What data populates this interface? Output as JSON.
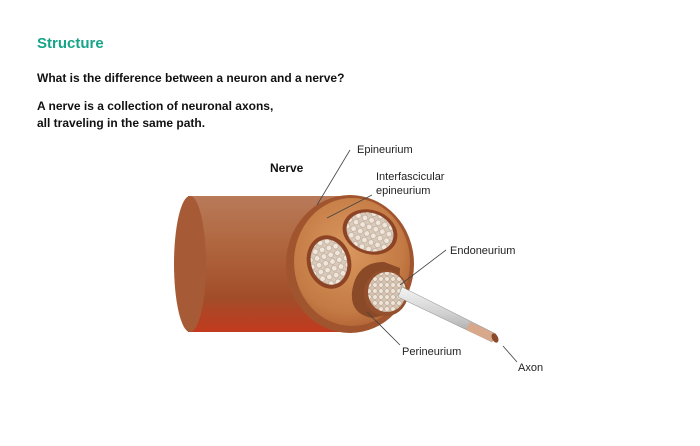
{
  "heading": "Structure",
  "question": "What is the difference between a neuron and a nerve?",
  "answer": {
    "line1": "A nerve is a collection of neuronal axons,",
    "line2": "all traveling in the same path."
  },
  "diagram": {
    "title_label": "Nerve",
    "labels": {
      "epineurium": "Epineurium",
      "interfascicular_line1": "Interfascicular",
      "interfascicular_line2": "epineurium",
      "endoneurium": "Endoneurium",
      "perineurium": "Perineurium",
      "axon": "Axon"
    }
  },
  "colors": {
    "heading": "#17a589",
    "nerve_body": "#a85838",
    "nerve_face": "#c8844e",
    "fascicle": "#e8ddd2"
  }
}
